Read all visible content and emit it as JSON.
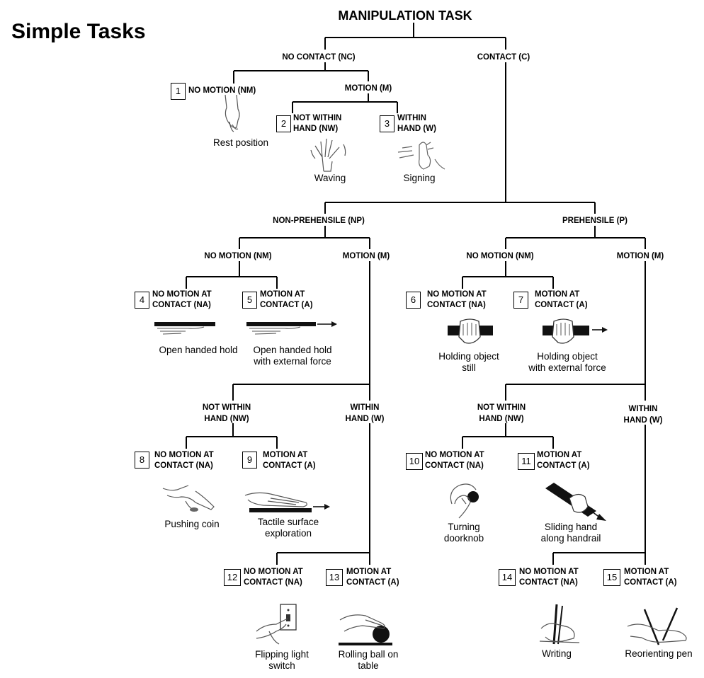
{
  "page": {
    "corner_title": "Simple Tasks"
  },
  "root": "MANIPULATION TASK",
  "branches": {
    "no_contact": "NO CONTACT (NC)",
    "contact": "CONTACT (C)",
    "nc_motion": "MOTION (M)",
    "non_prehensile": "NON-PREHENSILE (NP)",
    "prehensile": "PREHENSILE (P)",
    "np_no_motion": "NO MOTION (NM)",
    "np_motion": "MOTION (M)",
    "p_no_motion": "NO MOTION (NM)",
    "p_motion": "MOTION (M)",
    "np_not_within_l1": "NOT WITHIN",
    "np_not_within_l2": "HAND (NW)",
    "np_within_l1": "WITHIN",
    "np_within_l2": "HAND (W)",
    "p_not_within_l1": "NOT WITHIN",
    "p_not_within_l2": "HAND (NW)",
    "p_within_l1": "WITHIN",
    "p_within_l2": "HAND (W)"
  },
  "leaves": [
    {
      "num": "1",
      "line1": "NO MOTION (NM)",
      "line2": "",
      "caption1": "Rest position",
      "caption2": ""
    },
    {
      "num": "2",
      "line1": "NOT WITHIN",
      "line2": "HAND (NW)",
      "caption1": "Waving",
      "caption2": ""
    },
    {
      "num": "3",
      "line1": "WITHIN",
      "line2": "HAND (W)",
      "caption1": "Signing",
      "caption2": ""
    },
    {
      "num": "4",
      "line1": "NO MOTION AT",
      "line2": "CONTACT (NA)",
      "caption1": "Open handed hold",
      "caption2": ""
    },
    {
      "num": "5",
      "line1": "MOTION AT",
      "line2": "CONTACT (A)",
      "caption1": "Open handed hold",
      "caption2": "with external force"
    },
    {
      "num": "6",
      "line1": "NO MOTION AT",
      "line2": "CONTACT (NA)",
      "caption1": "Holding object",
      "caption2": "still"
    },
    {
      "num": "7",
      "line1": "MOTION AT",
      "line2": "CONTACT (A)",
      "caption1": "Holding object",
      "caption2": "with external force"
    },
    {
      "num": "8",
      "line1": "NO MOTION AT",
      "line2": "CONTACT (NA)",
      "caption1": "Pushing coin",
      "caption2": ""
    },
    {
      "num": "9",
      "line1": "MOTION AT",
      "line2": "CONTACT (A)",
      "caption1": "Tactile surface",
      "caption2": "exploration"
    },
    {
      "num": "10",
      "line1": "NO MOTION AT",
      "line2": "CONTACT (NA)",
      "caption1": "Turning",
      "caption2": "doorknob"
    },
    {
      "num": "11",
      "line1": "MOTION AT",
      "line2": "CONTACT (A)",
      "caption1": "Sliding hand",
      "caption2": "along handrail"
    },
    {
      "num": "12",
      "line1": "NO MOTION AT",
      "line2": "CONTACT (NA)",
      "caption1": "Flipping light",
      "caption2": "switch"
    },
    {
      "num": "13",
      "line1": "MOTION AT",
      "line2": "CONTACT (A)",
      "caption1": "Rolling ball on",
      "caption2": "table"
    },
    {
      "num": "14",
      "line1": "NO MOTION AT",
      "line2": "CONTACT (NA)",
      "caption1": "Writing",
      "caption2": ""
    },
    {
      "num": "15",
      "line1": "MOTION AT",
      "line2": "CONTACT (A)",
      "caption1": "Reorienting pen",
      "caption2": ""
    }
  ]
}
